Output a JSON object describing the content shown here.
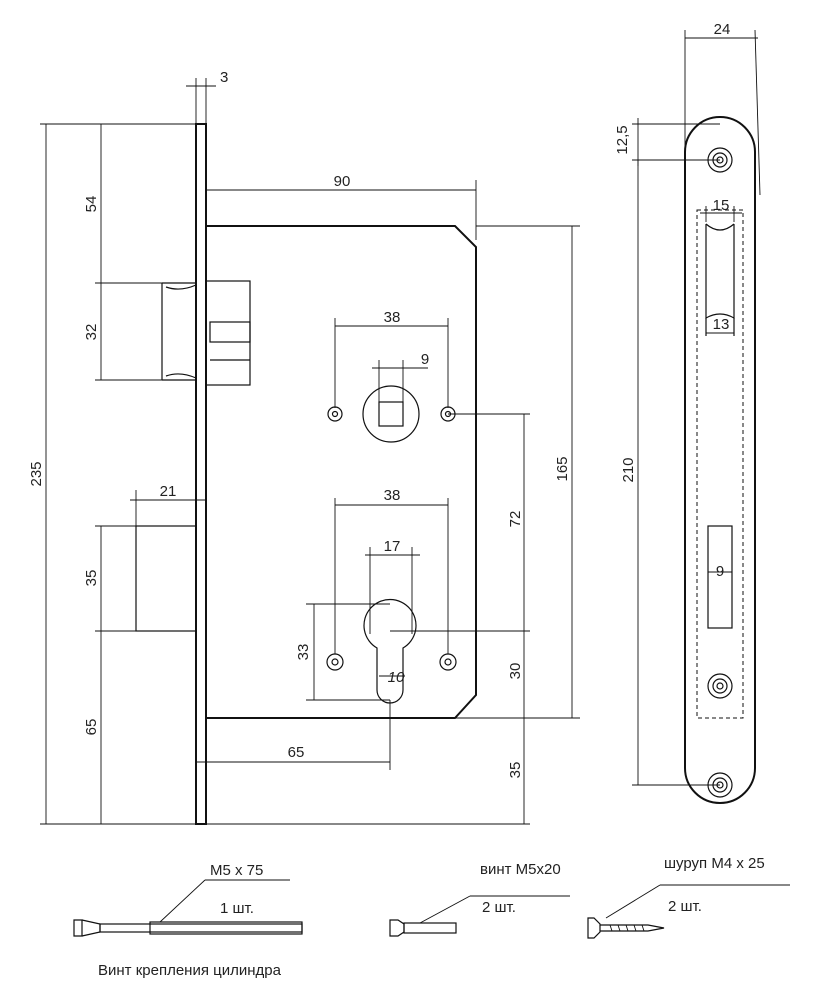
{
  "dimensions": {
    "d3": "3",
    "d54": "54",
    "d32": "32",
    "d235": "235",
    "d21": "21",
    "d35_left": "35",
    "d65_left": "65",
    "d90": "90",
    "d38_top": "38",
    "d9_top": "9",
    "d38_bottom": "38",
    "d17": "17",
    "d33": "33",
    "d10": "10",
    "d65_bottom": "65",
    "d72": "72",
    "d165": "165",
    "d30": "30",
    "d35_right": "35",
    "d24": "24",
    "d12_5": "12,5",
    "d15": "15",
    "d13": "13",
    "d210": "210",
    "d9_plate": "9"
  },
  "accessories": {
    "bolt_spec": "M5 x 75",
    "bolt_qty": "1 шт.",
    "bolt_caption": "Винт крепления цилиндра",
    "screw_spec": "винт М5х20",
    "screw_qty": "2 шт.",
    "wood_screw_spec": "шуруп М4 х 25",
    "wood_screw_qty": "2 шт."
  }
}
